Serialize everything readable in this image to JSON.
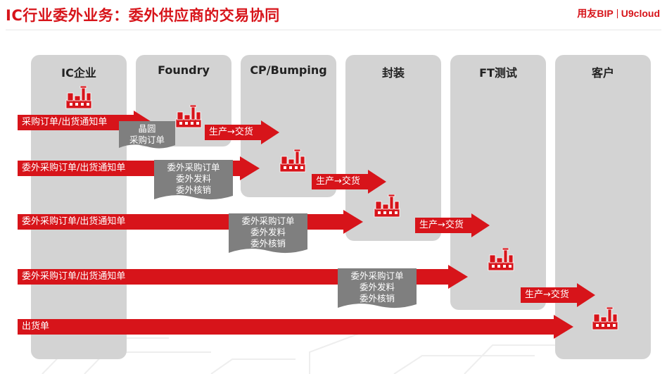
{
  "title": "IC行业委外业务：委外供应商的交易协同",
  "logo": {
    "primary": "用友BIP",
    "secondary": "U9cloud"
  },
  "colors": {
    "accent": "#d7141a",
    "column": "#d3d3d3",
    "note": "#7f7f7f"
  },
  "columns": [
    {
      "label": "IC企业"
    },
    {
      "label": "Foundry"
    },
    {
      "label": "CP/Bumping"
    },
    {
      "label": "封装"
    },
    {
      "label": "FT测试"
    },
    {
      "label": "客户"
    }
  ],
  "flows": [
    {
      "label": "采购订单/出货通知单"
    },
    {
      "label": "委外采购订单/出货通知单"
    },
    {
      "label": "委外采购订单/出货通知单"
    },
    {
      "label": "委外采购订单/出货通知单"
    },
    {
      "label": "出货单"
    }
  ],
  "notes": [
    {
      "lines": [
        "晶圆",
        "采购订单"
      ]
    },
    {
      "lines": [
        "委外采购订单",
        "委外发料",
        "委外核销"
      ]
    },
    {
      "lines": [
        "委外采购订单",
        "委外发料",
        "委外核销"
      ]
    },
    {
      "lines": [
        "委外采购订单",
        "委外发料",
        "委外核销"
      ]
    }
  ],
  "deliveries": [
    {
      "label": "生产→交货"
    },
    {
      "label": "生产→交货"
    },
    {
      "label": "生产→交货"
    },
    {
      "label": "生产→交货"
    }
  ],
  "icons": [
    "factory-icon",
    "factory-icon",
    "factory-icon",
    "factory-icon",
    "factory-icon",
    "factory-icon"
  ]
}
